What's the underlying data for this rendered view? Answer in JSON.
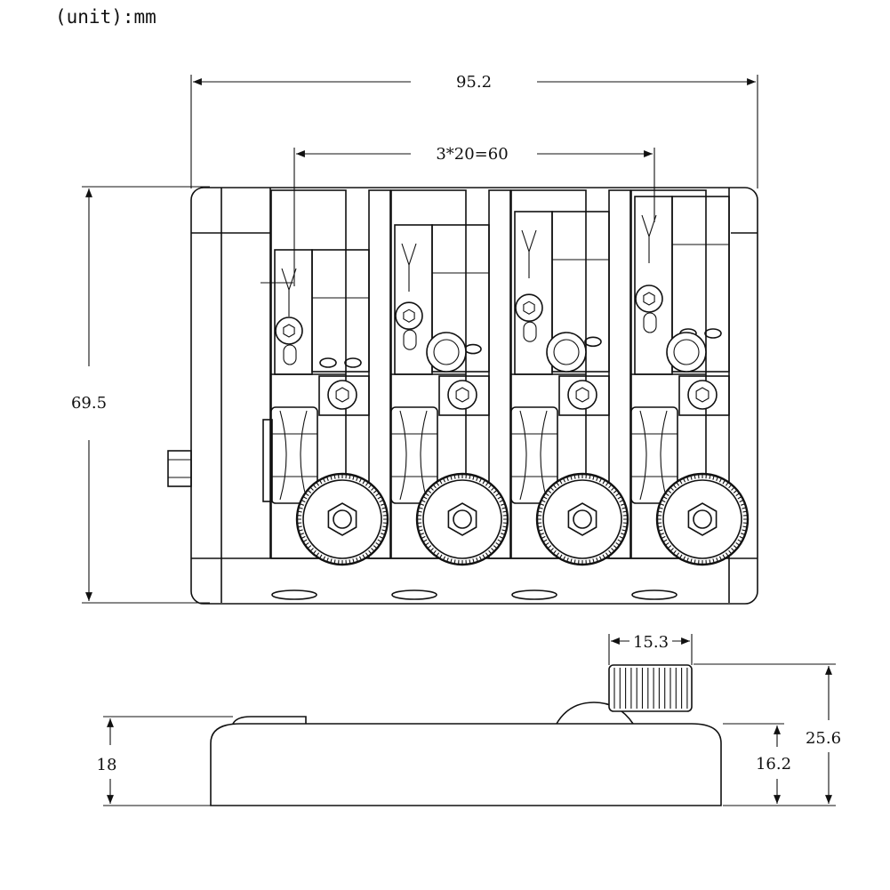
{
  "unit_label": "(unit):mm",
  "dimensions": {
    "overall_width": "95.2",
    "string_spacing": "3*20=60",
    "overall_length": "69.5",
    "knob_diameter": "15.3",
    "base_height": "18",
    "total_height": "25.6",
    "knob_axis_height": "16.2"
  },
  "saddle_count": 4
}
